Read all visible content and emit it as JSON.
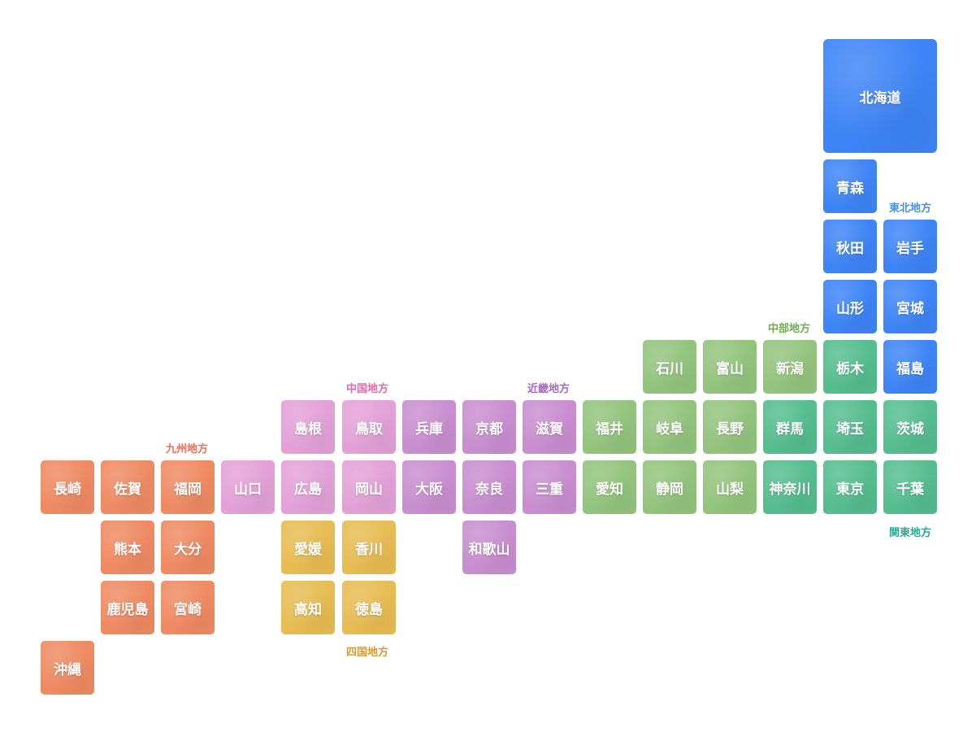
{
  "colors": {
    "kyushu": "#ef8a62",
    "chugoku": "#e3a1d7",
    "shikoku": "#e7bc52",
    "kinki": "#c98ed0",
    "chubu": "#93c47d",
    "kanto": "#55bd8f",
    "tohoku": "#3d84f6"
  },
  "regions": [
    {
      "name": "九州地方",
      "color_key": "kyushu",
      "label_color": "#f07058"
    },
    {
      "name": "中国地方",
      "color_key": "chugoku",
      "label_color": "#e56aa8"
    },
    {
      "name": "四国地方",
      "color_key": "shikoku",
      "label_color": "#d79a34"
    },
    {
      "name": "近畿地方",
      "color_key": "kinki",
      "label_color": "#a86ac0"
    },
    {
      "name": "中部地方",
      "color_key": "chubu",
      "label_color": "#6fae52"
    },
    {
      "name": "関東地方",
      "color_key": "kanto",
      "label_color": "#23ad94"
    },
    {
      "name": "東北地方",
      "color_key": "tohoku",
      "label_color": "#4a8ee6"
    }
  ],
  "prefectures": [
    {
      "name": "北海道",
      "region": "tohoku",
      "col": 13,
      "row": 0,
      "big": true
    },
    {
      "name": "青森",
      "region": "tohoku",
      "col": 13,
      "row": 2
    },
    {
      "name": "秋田",
      "region": "tohoku",
      "col": 13,
      "row": 3
    },
    {
      "name": "岩手",
      "region": "tohoku",
      "col": 14,
      "row": 3
    },
    {
      "name": "山形",
      "region": "tohoku",
      "col": 13,
      "row": 4
    },
    {
      "name": "宮城",
      "region": "tohoku",
      "col": 14,
      "row": 4
    },
    {
      "name": "福島",
      "region": "tohoku",
      "col": 14,
      "row": 5
    },
    {
      "name": "栃木",
      "region": "kanto",
      "col": 13,
      "row": 5
    },
    {
      "name": "群馬",
      "region": "kanto",
      "col": 12,
      "row": 6
    },
    {
      "name": "埼玉",
      "region": "kanto",
      "col": 13,
      "row": 6
    },
    {
      "name": "茨城",
      "region": "kanto",
      "col": 14,
      "row": 6
    },
    {
      "name": "神奈川",
      "region": "kanto",
      "col": 12,
      "row": 7
    },
    {
      "name": "東京",
      "region": "kanto",
      "col": 13,
      "row": 7
    },
    {
      "name": "千葉",
      "region": "kanto",
      "col": 14,
      "row": 7
    },
    {
      "name": "石川",
      "region": "chubu",
      "col": 10,
      "row": 5
    },
    {
      "name": "富山",
      "region": "chubu",
      "col": 11,
      "row": 5
    },
    {
      "name": "新潟",
      "region": "chubu",
      "col": 12,
      "row": 5
    },
    {
      "name": "福井",
      "region": "chubu",
      "col": 9,
      "row": 6
    },
    {
      "name": "岐阜",
      "region": "chubu",
      "col": 10,
      "row": 6
    },
    {
      "name": "長野",
      "region": "chubu",
      "col": 11,
      "row": 6
    },
    {
      "name": "愛知",
      "region": "chubu",
      "col": 9,
      "row": 7
    },
    {
      "name": "静岡",
      "region": "chubu",
      "col": 10,
      "row": 7
    },
    {
      "name": "山梨",
      "region": "chubu",
      "col": 11,
      "row": 7
    },
    {
      "name": "兵庫",
      "region": "kinki",
      "col": 6,
      "row": 6
    },
    {
      "name": "京都",
      "region": "kinki",
      "col": 7,
      "row": 6
    },
    {
      "name": "滋賀",
      "region": "kinki",
      "col": 8,
      "row": 6
    },
    {
      "name": "大阪",
      "region": "kinki",
      "col": 6,
      "row": 7
    },
    {
      "name": "奈良",
      "region": "kinki",
      "col": 7,
      "row": 7
    },
    {
      "name": "三重",
      "region": "kinki",
      "col": 8,
      "row": 7
    },
    {
      "name": "和歌山",
      "region": "kinki",
      "col": 7,
      "row": 8
    },
    {
      "name": "島根",
      "region": "chugoku",
      "col": 4,
      "row": 6
    },
    {
      "name": "鳥取",
      "region": "chugoku",
      "col": 5,
      "row": 6
    },
    {
      "name": "山口",
      "region": "chugoku",
      "col": 3,
      "row": 7
    },
    {
      "name": "広島",
      "region": "chugoku",
      "col": 4,
      "row": 7
    },
    {
      "name": "岡山",
      "region": "chugoku",
      "col": 5,
      "row": 7
    },
    {
      "name": "愛媛",
      "region": "shikoku",
      "col": 4,
      "row": 8
    },
    {
      "name": "香川",
      "region": "shikoku",
      "col": 5,
      "row": 8
    },
    {
      "name": "高知",
      "region": "shikoku",
      "col": 4,
      "row": 9
    },
    {
      "name": "徳島",
      "region": "shikoku",
      "col": 5,
      "row": 9
    },
    {
      "name": "長崎",
      "region": "kyushu",
      "col": 0,
      "row": 7
    },
    {
      "name": "佐賀",
      "region": "kyushu",
      "col": 1,
      "row": 7
    },
    {
      "name": "福岡",
      "region": "kyushu",
      "col": 2,
      "row": 7
    },
    {
      "name": "熊本",
      "region": "kyushu",
      "col": 1,
      "row": 8
    },
    {
      "name": "大分",
      "region": "kyushu",
      "col": 2,
      "row": 8
    },
    {
      "name": "鹿児島",
      "region": "kyushu",
      "col": 1,
      "row": 9
    },
    {
      "name": "宮崎",
      "region": "kyushu",
      "col": 2,
      "row": 9
    },
    {
      "name": "沖縄",
      "region": "kyushu",
      "col": 0,
      "row": 10
    }
  ]
}
